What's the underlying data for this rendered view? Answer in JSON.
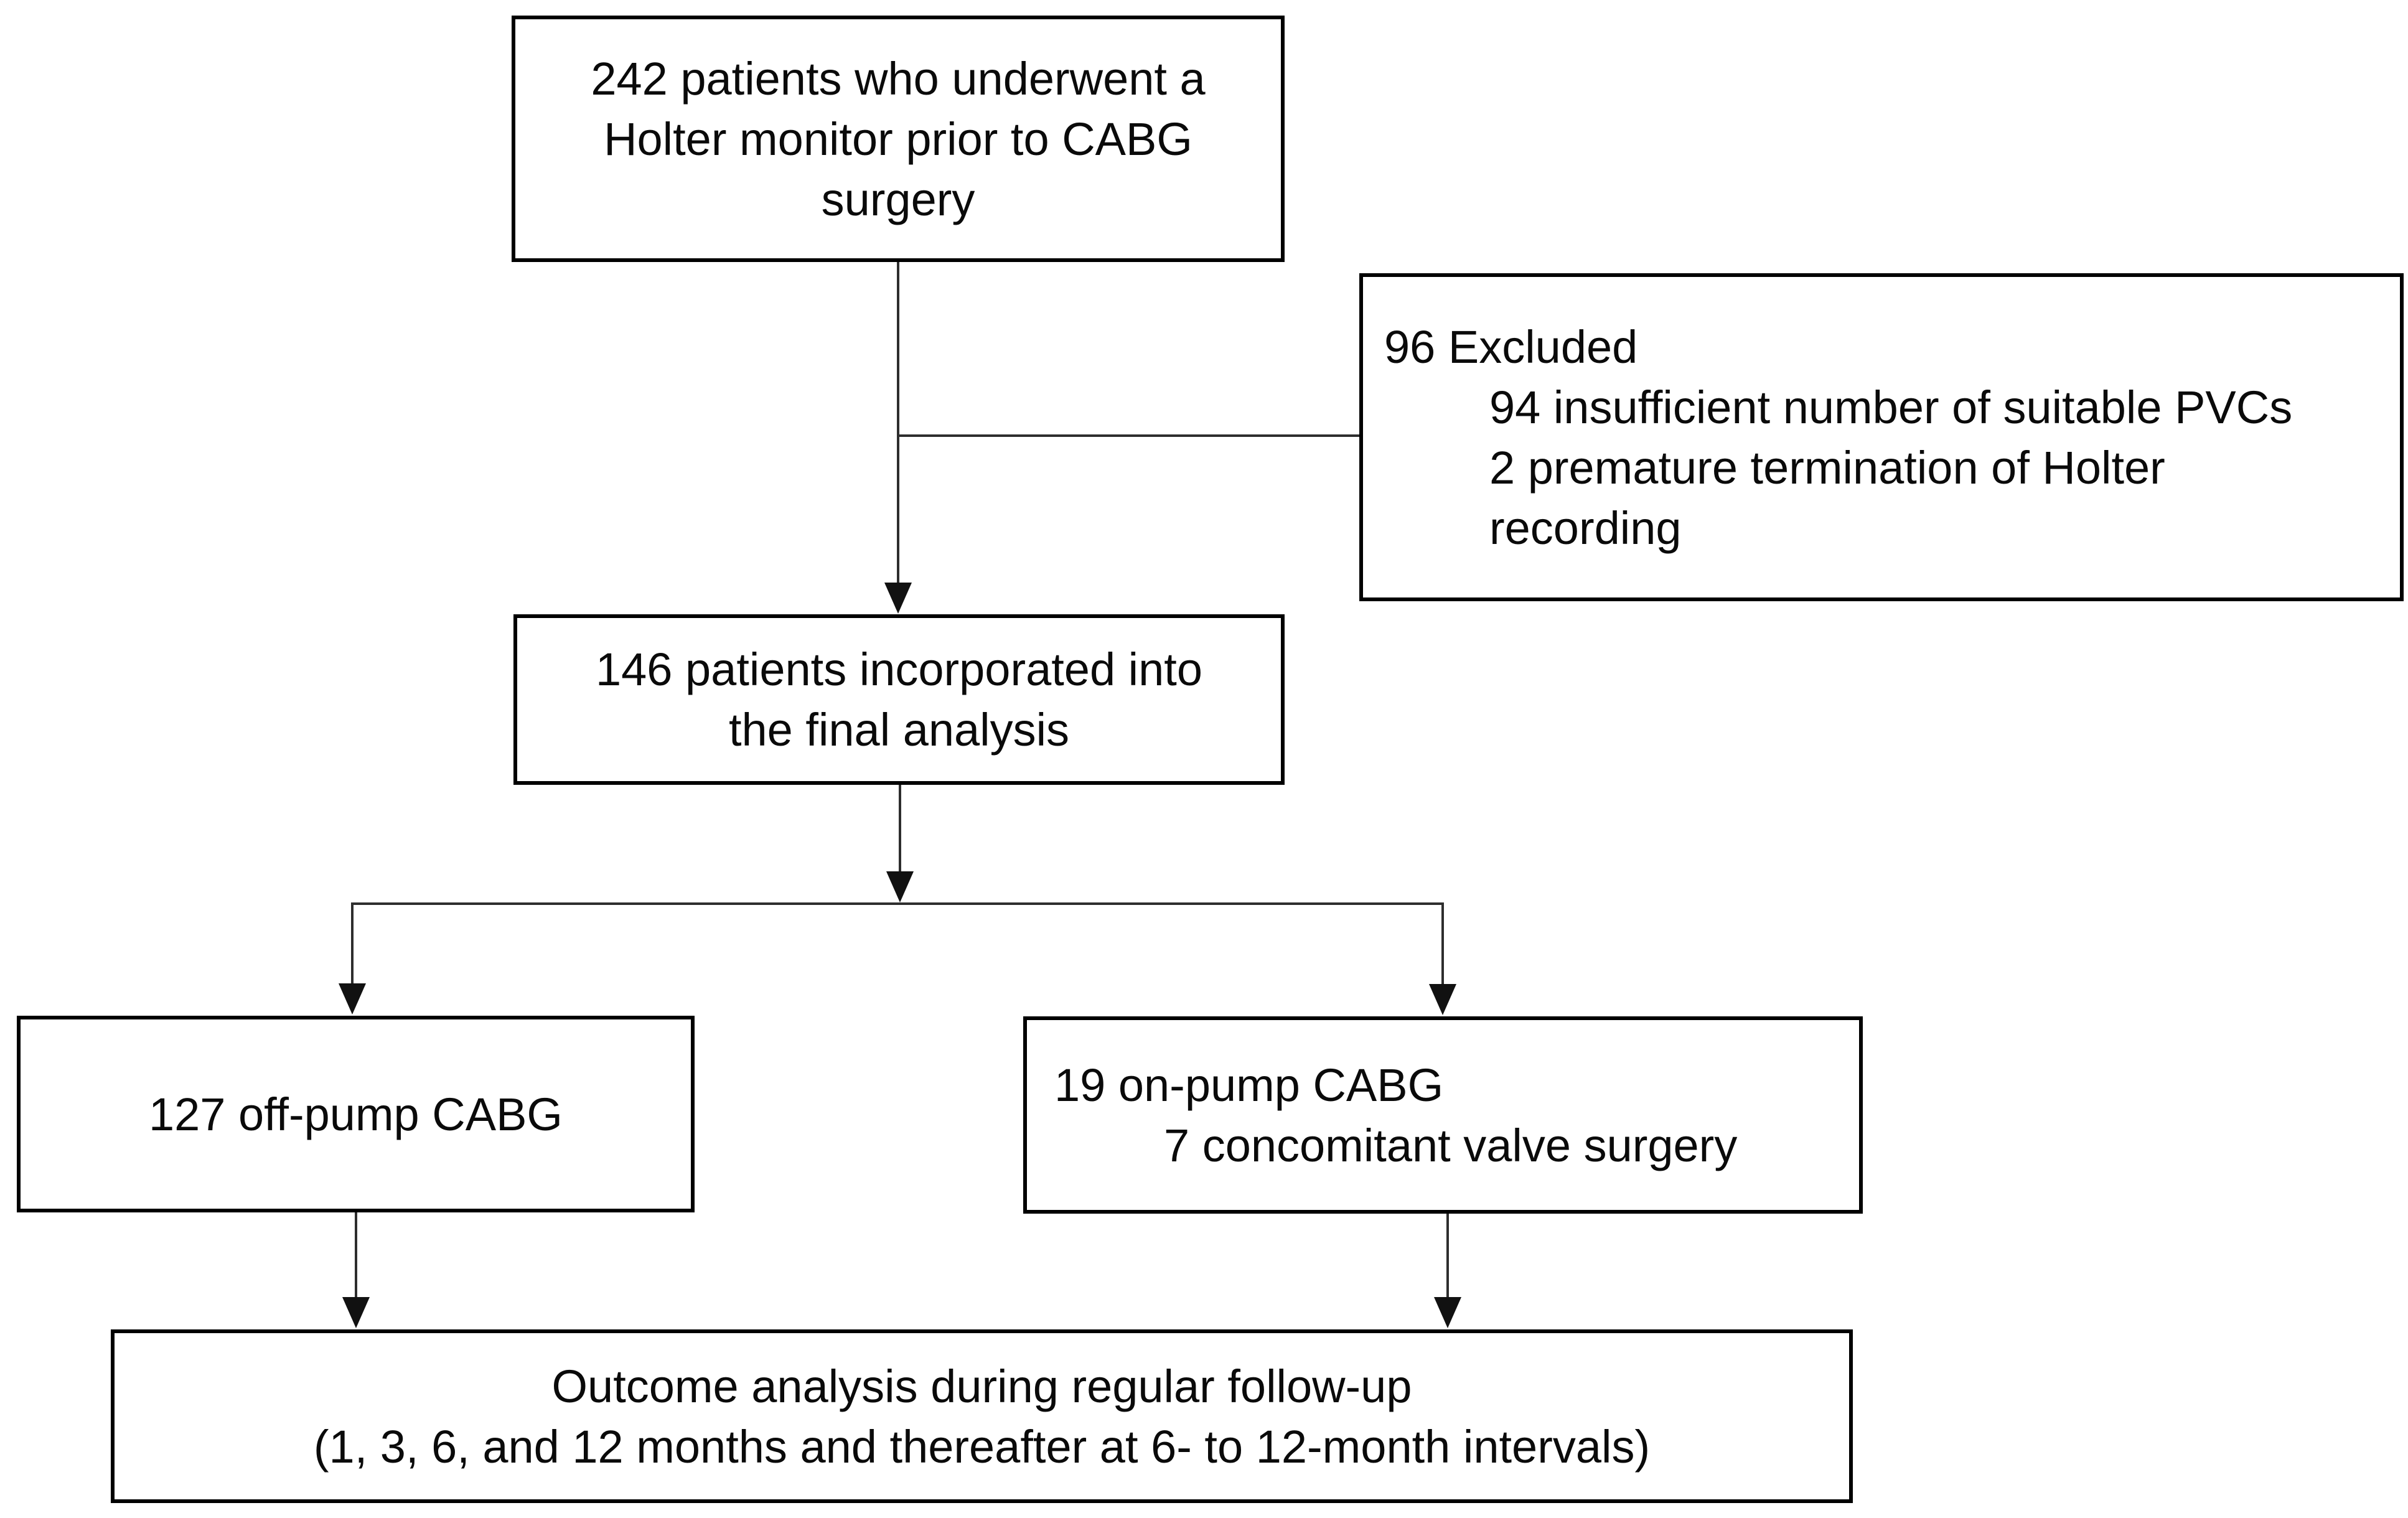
{
  "style": {
    "background": "#ffffff",
    "box_border_color": "#000000",
    "connector_color": "#2e2e2e",
    "arrow_color": "#111111",
    "text_color": "#0a0a0a"
  },
  "boxes": {
    "enrollment": {
      "lines": [
        "242 patients who underwent a",
        "Holter monitor prior to CABG",
        "surgery"
      ]
    },
    "excluded": {
      "title": "96 Excluded",
      "reason_lines": [
        "94 insufficient number of suitable PVCs",
        "2 premature termination of Holter",
        "recording"
      ]
    },
    "final_analysis": {
      "lines": [
        "146 patients incorporated into",
        "the final analysis"
      ]
    },
    "off_pump": {
      "lines": [
        "127 off-pump CABG"
      ]
    },
    "on_pump": {
      "lines": [
        "19 on-pump CABG",
        "7 concomitant valve surgery"
      ]
    },
    "outcome": {
      "lines": [
        "Outcome analysis during regular follow-up",
        "(1, 3, 6, and 12 months and thereafter at 6- to 12-month intervals)"
      ]
    }
  }
}
